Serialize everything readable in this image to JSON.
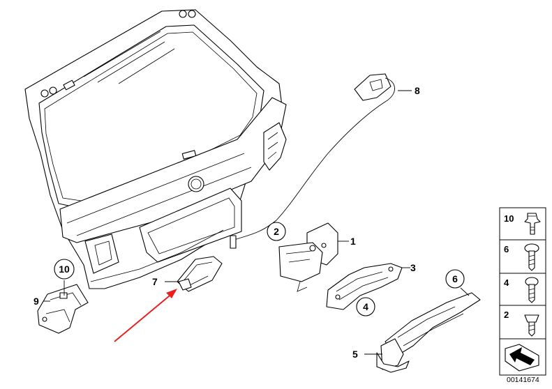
{
  "diagram": {
    "callouts": [
      {
        "id": "c1",
        "label": "1"
      },
      {
        "id": "c2",
        "label": "2"
      },
      {
        "id": "c3",
        "label": "3"
      },
      {
        "id": "c4",
        "label": "4"
      },
      {
        "id": "c5",
        "label": "5"
      },
      {
        "id": "c6",
        "label": "6"
      },
      {
        "id": "c7",
        "label": "7"
      },
      {
        "id": "c8",
        "label": "8"
      },
      {
        "id": "c9",
        "label": "9"
      },
      {
        "id": "c10",
        "label": "10"
      }
    ],
    "sidebar": {
      "items": [
        {
          "label": "10"
        },
        {
          "label": "6"
        },
        {
          "label": "4"
        },
        {
          "label": "2"
        }
      ]
    },
    "document_number": "00141674",
    "arrow_color": "#e8201f"
  }
}
